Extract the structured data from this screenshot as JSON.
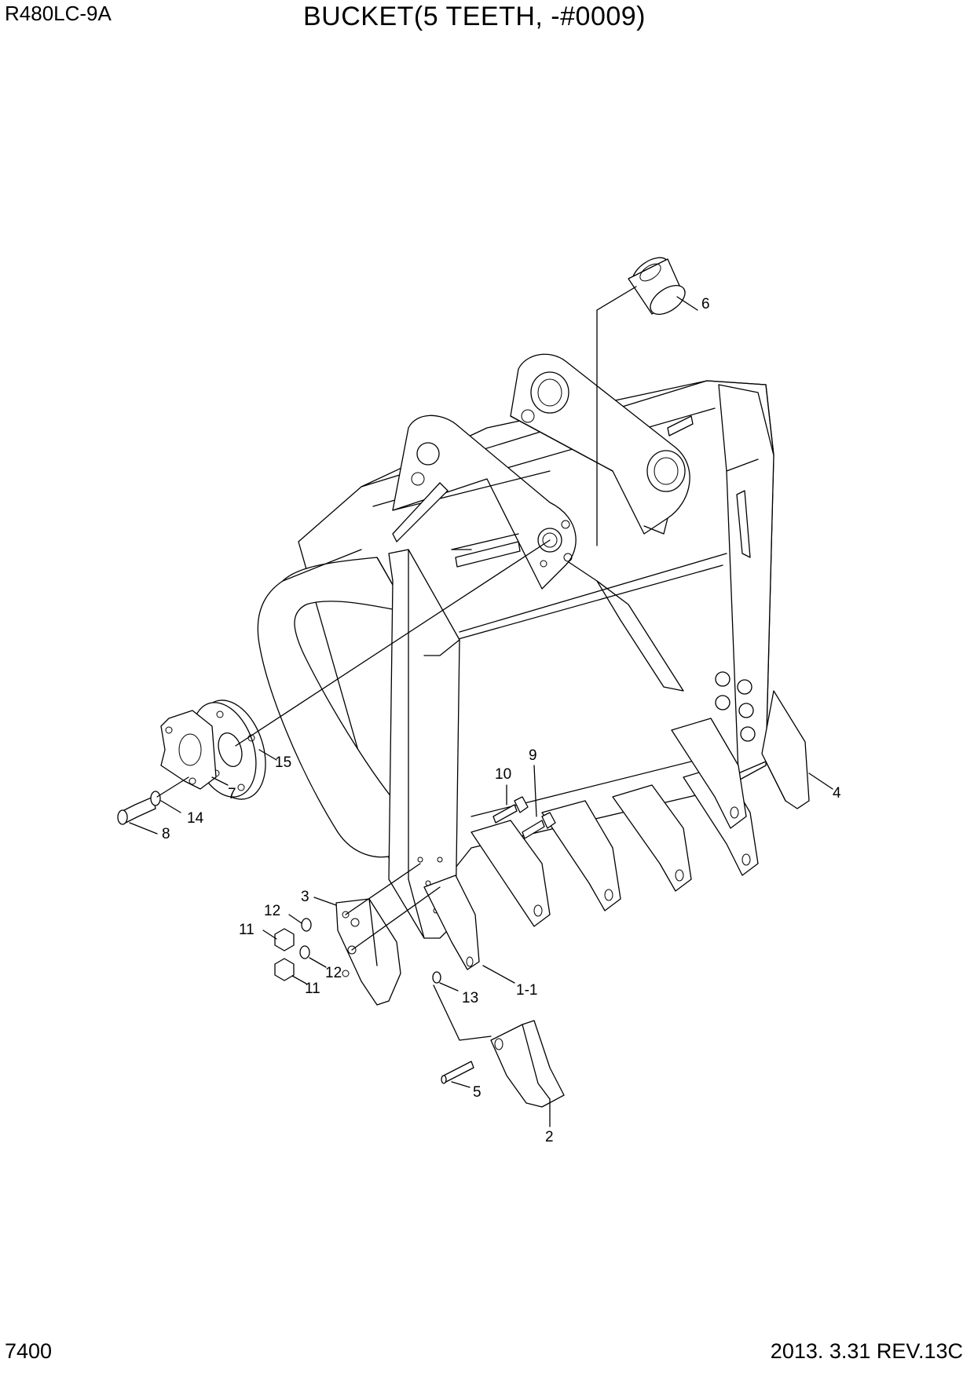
{
  "header": {
    "model": "R480LC-9A",
    "title": "BUCKET(5 TEETH, -#0009)"
  },
  "footer": {
    "page_number": "7400",
    "revision": "2013. 3.31  REV.13C"
  },
  "callouts": [
    "6",
    "4",
    "15",
    "7",
    "14",
    "8",
    "10",
    "9",
    "3",
    "12",
    "11",
    "12",
    "11",
    "13",
    "1-1",
    "5",
    "2"
  ]
}
